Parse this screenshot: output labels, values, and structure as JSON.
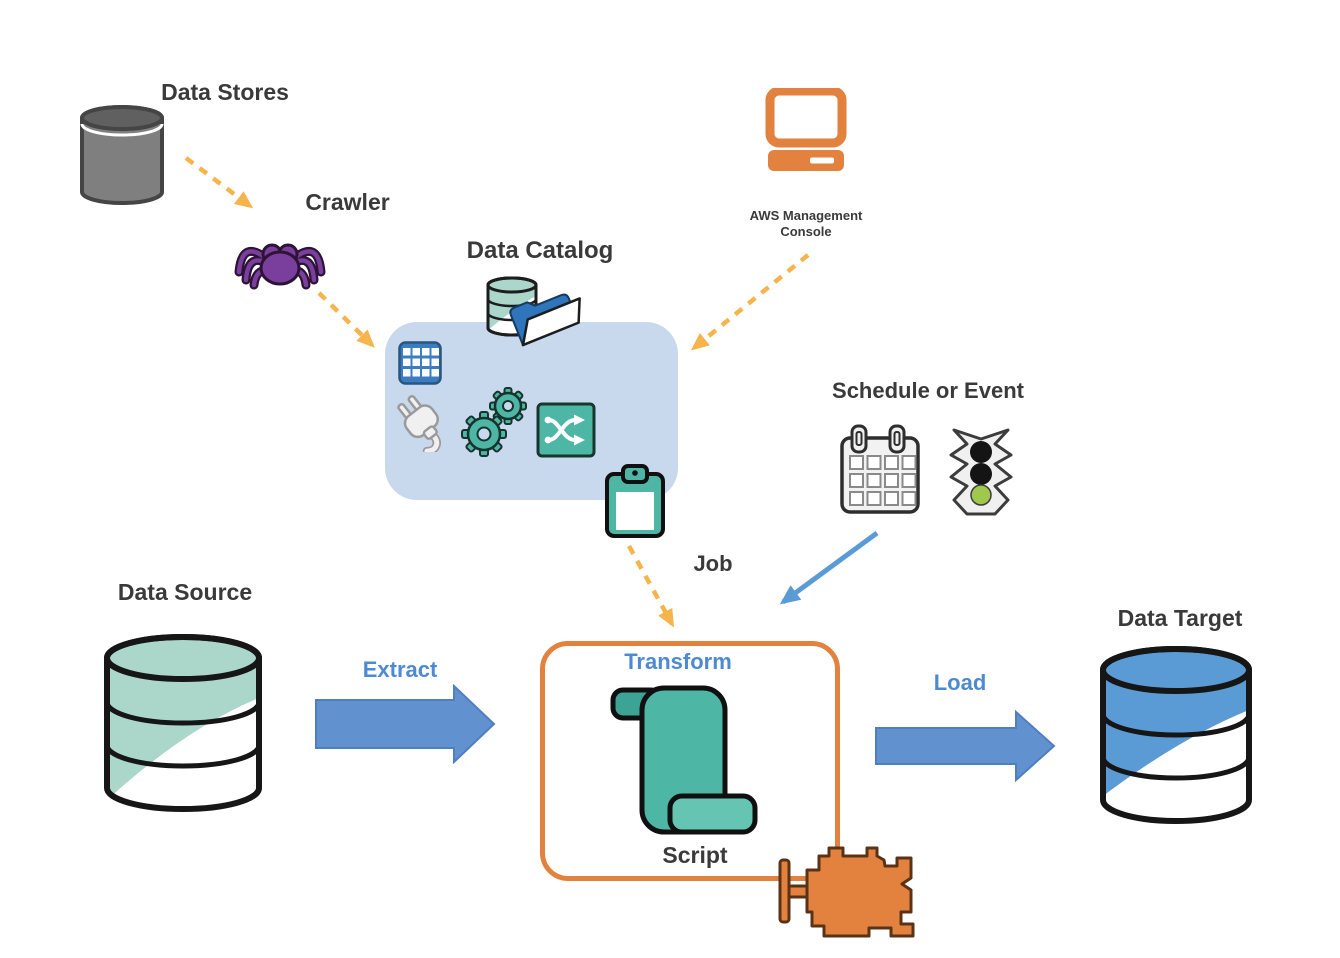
{
  "colors": {
    "labelText": "#3a3a3a",
    "blueText": "#4e8ad1",
    "yellow": "#f6b44c",
    "purple": "#7a3f9d",
    "purpleDark": "#2d1336",
    "catalogBg": "#c8d9ee",
    "gridBlue": "#3c7dc1",
    "teal": "#4db6a5",
    "tealDeep": "#3da394",
    "tealSoft": "#66c4b2",
    "tealPale": "#abd6ca",
    "orange": "#e2823e",
    "engineEdge": "#5a3317",
    "arrowBlue": "#6191ce",
    "arrowBlueEdge": "#4f7fbf",
    "scheduleBlue": "#5b9bd5",
    "targetBlue": "#5b9bd5",
    "sourceTeal": "#abd6ca",
    "folderBlue": "#2e75bb",
    "grayBody": "#7f7f7f",
    "grayTop": "#606060",
    "grayDark": "#454545",
    "green": "#a0c84c",
    "outlineDark": "#161616"
  },
  "nodes": {
    "data_stores": {
      "label": "Data Stores"
    },
    "crawler": {
      "label": "Crawler"
    },
    "data_catalog": {
      "label": "Data Catalog"
    },
    "aws_console": {
      "label_line1": "AWS Management",
      "label_line2": "Console"
    },
    "schedule_event": {
      "label": "Schedule or Event"
    },
    "job": {
      "label": "Job"
    },
    "transform": {
      "label": "Transform"
    },
    "script": {
      "label": "Script"
    },
    "data_source": {
      "label": "Data Source"
    },
    "extract": {
      "label": "Extract"
    },
    "load": {
      "label": "Load"
    },
    "data_target": {
      "label": "Data Target"
    }
  },
  "icons": {
    "data_stores": "database-cylinder-gray",
    "crawler": "spider",
    "catalog_header": "database-with-folder",
    "catalog_grid": "table-grid",
    "catalog_plug": "plug-connection",
    "catalog_gears": "gears",
    "catalog_shuffle": "shuffle-transform",
    "job_clipboard": "clipboard",
    "aws_console": "computer-monitor",
    "schedule": "calendar",
    "event": "traffic-light",
    "script": "scroll",
    "engine": "engine",
    "data_source": "database-cylinder-teal",
    "data_target": "database-cylinder-blue"
  },
  "edges": [
    {
      "from": "data_stores",
      "to": "crawler",
      "style": "dashed",
      "color": "yellow"
    },
    {
      "from": "crawler",
      "to": "data_catalog",
      "style": "dashed",
      "color": "yellow"
    },
    {
      "from": "aws_console",
      "to": "data_catalog",
      "style": "dashed",
      "color": "yellow"
    },
    {
      "from": "job",
      "to": "transform",
      "style": "dashed",
      "color": "yellow"
    },
    {
      "from": "schedule_event",
      "to": "transform",
      "style": "solid",
      "color": "blue"
    },
    {
      "from": "data_source",
      "to": "transform",
      "style": "block-arrow",
      "label": "Extract"
    },
    {
      "from": "transform",
      "to": "data_target",
      "style": "block-arrow",
      "label": "Load"
    }
  ]
}
